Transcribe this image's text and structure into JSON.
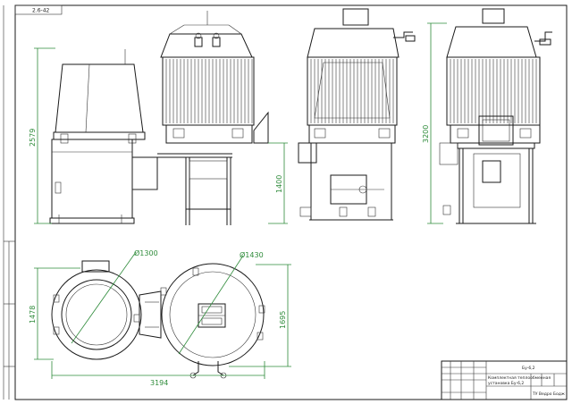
{
  "sheet": {
    "corner_tag": "2.6-42",
    "designation": "Бу-6,2",
    "title_line1": "Комплектная теплообменная",
    "title_line2": "установка Бу-6,2",
    "material": "ТУ Ведро Бодж"
  },
  "dimensions": {
    "height_left": "2579",
    "height_mid": "1400",
    "height_right": "3200",
    "dia_small": "Ø1300",
    "dia_large": "Ø1430",
    "plan_depth_left": "1478",
    "plan_depth_right": "1695",
    "plan_width": "3194"
  },
  "colors": {
    "ink": "#1a1a1a",
    "dimension": "#2e8b3a",
    "paper": "#ffffff"
  }
}
